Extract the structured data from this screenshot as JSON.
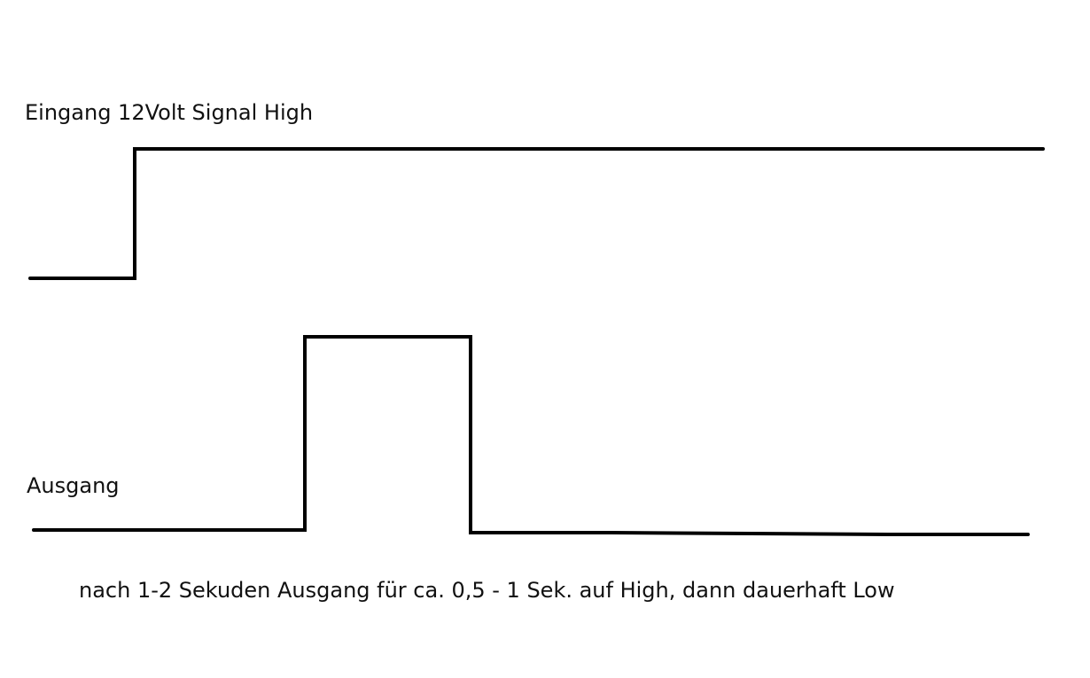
{
  "diagram": {
    "input_label": "Eingang 12Volt Signal High",
    "output_label": "Ausgang",
    "caption": "nach 1-2 Sekuden Ausgang für ca. 0,5 - 1 Sek. auf High, dann dauerhaft Low",
    "line_color": "#000000",
    "text_color": "#111111",
    "background_color": "#ffffff"
  }
}
